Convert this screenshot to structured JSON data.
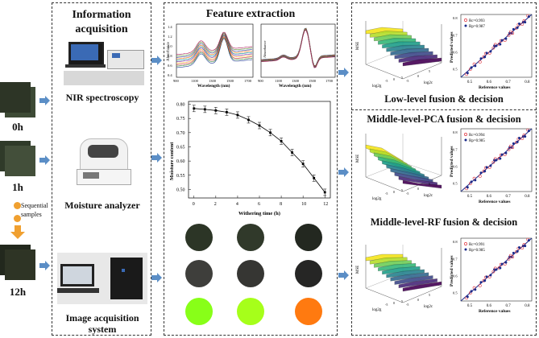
{
  "left": {
    "times": [
      "0h",
      "1h",
      "12h"
    ],
    "sequential_label": "Sequential\nsamples"
  },
  "info": {
    "title": "Information\nacquisition",
    "nir": "NIR spectroscopy",
    "moisture": "Moisture analyzer",
    "image": "Image acquisition\nsystem"
  },
  "feature": {
    "title": "Feature extraction",
    "spectra": {
      "ylabel": "Absorbance",
      "xlabel": "Wavelength (nm)",
      "yticks": [
        "0.4",
        "0.6",
        "0.8",
        "1.0",
        "1.2",
        "1.4"
      ],
      "xticks": [
        "900",
        "1100",
        "1300",
        "1500",
        "1700"
      ],
      "xticks2": [
        "900",
        "1100",
        "1300",
        "1500",
        "1700"
      ]
    },
    "moisture_chart": {
      "ylabel": "Moisture content",
      "xlabel": "Withering time (h)"
    },
    "color_rows": {
      "row2": [
        "#3e3e3b",
        "#363633",
        "#262625"
      ],
      "row3": [
        "#88ff18",
        "#a6ff1a",
        "#ff7a10"
      ]
    }
  },
  "chart_data": {
    "type": "line",
    "x": [
      0,
      1,
      2,
      3,
      4,
      5,
      6,
      7,
      8,
      9,
      10,
      11,
      12
    ],
    "values": [
      0.785,
      0.782,
      0.778,
      0.772,
      0.762,
      0.745,
      0.725,
      0.7,
      0.67,
      0.63,
      0.59,
      0.54,
      0.49
    ],
    "xlabel": "Withering time (h)",
    "ylabel": "Moisture content",
    "xticks": [
      "0",
      "2",
      "4",
      "6",
      "8",
      "10",
      "12"
    ],
    "yticks": [
      "0.50",
      "0.55",
      "0.60",
      "0.65",
      "0.70",
      "0.75",
      "0.80"
    ],
    "ylim": [
      0.47,
      0.81
    ],
    "xlim": [
      -0.5,
      12.5
    ],
    "error_bars": true
  },
  "fusion": [
    {
      "title": "Low-level fusion & decision",
      "legend": [
        "Rc=0.993",
        "Rp=0.987"
      ],
      "mse_label": "MSE",
      "surface_axes": [
        "log2g",
        "log2c"
      ],
      "ylabel": "Predicted values",
      "xlabel": "Reference values",
      "ticks": [
        "0.5",
        "0.6",
        "0.7",
        "0.8"
      ]
    },
    {
      "title": "Middle-level-PCA fusion & decision",
      "legend": [
        "Rc=0.994",
        "Rp=0.985"
      ],
      "mse_label": "MSE",
      "surface_axes": [
        "log2g",
        "log2c"
      ],
      "ylabel": "Predicted values",
      "xlabel": "Reference values",
      "ticks": [
        "0.5",
        "0.6",
        "0.7",
        "0.8"
      ]
    },
    {
      "title": "Middle-level-RF fusion & decision",
      "legend": [
        "Rc=0.991",
        "Rp=0.985"
      ],
      "mse_label": "MSE",
      "surface_axes": [
        "log2g",
        "log2c"
      ],
      "ylabel": "Predicted values",
      "xlabel": "Reference values",
      "ticks": [
        "0.5",
        "0.6",
        "0.7",
        "0.8"
      ]
    }
  ],
  "colors": {
    "arrow": "#5b8ec6",
    "orange_arrow": "#f0a030",
    "rc_marker": "#e0303a",
    "rp_marker": "#1a2a8a"
  }
}
